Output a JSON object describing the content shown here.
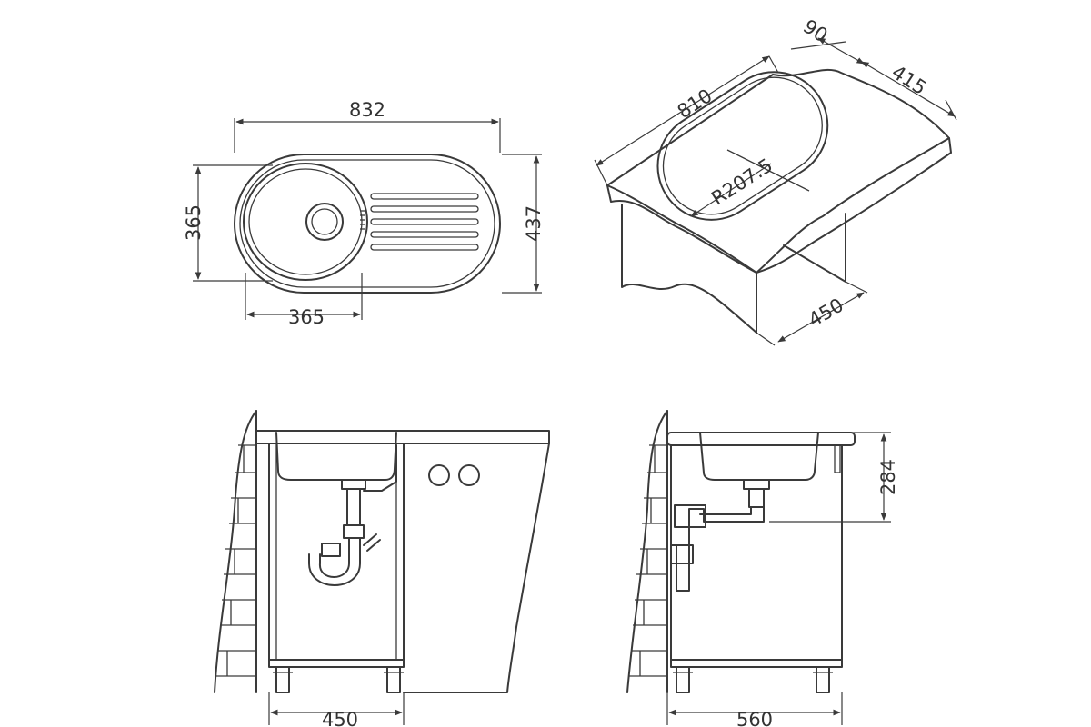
{
  "top_view": {
    "overall_length": "832",
    "overall_depth": "437",
    "bowl_depth": "365",
    "bowl_width": "365"
  },
  "iso_view": {
    "cabinet_depth": "90",
    "cutout_width": "415",
    "cutout_length": "810",
    "corner_radius": "R207.5",
    "cabinet_width": "450"
  },
  "front_view": {
    "cabinet_width": "450"
  },
  "side_view": {
    "cabinet_width": "560",
    "bowl_height": "284"
  },
  "colors": {
    "line": "#3a3a3a",
    "background": "#ffffff"
  }
}
